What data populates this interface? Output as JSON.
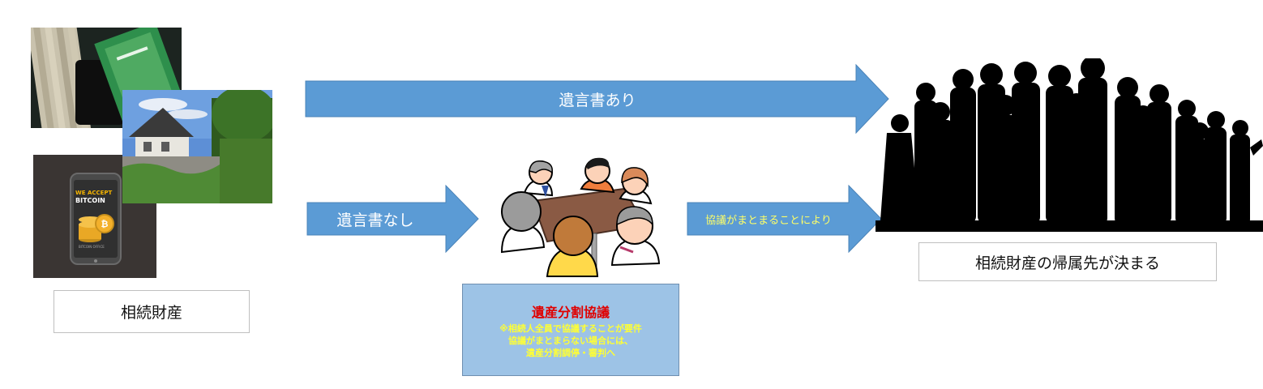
{
  "assets": {
    "label": "相続財産",
    "phone": {
      "line1": "WE ACCEPT",
      "line2": "BITCOIN",
      "footer": "BITCOIN OFFICE"
    }
  },
  "arrows": {
    "with_will": "遺言書あり",
    "without_will": "遺言書なし",
    "by_agreement": "協議がまとまることにより"
  },
  "council": {
    "title": "遺産分割協議",
    "lines": [
      "※相続人全員で協議することが要件",
      "協議がまとまらない場合には、",
      "遺産分割調停・審判へ"
    ]
  },
  "outcome": {
    "label": "相続財産の帰属先が決まる"
  },
  "colors": {
    "arrow": "#5b9bd5",
    "council_bg": "#9dc3e6",
    "title_red": "#e00000",
    "note_yellow": "#ffff33"
  }
}
